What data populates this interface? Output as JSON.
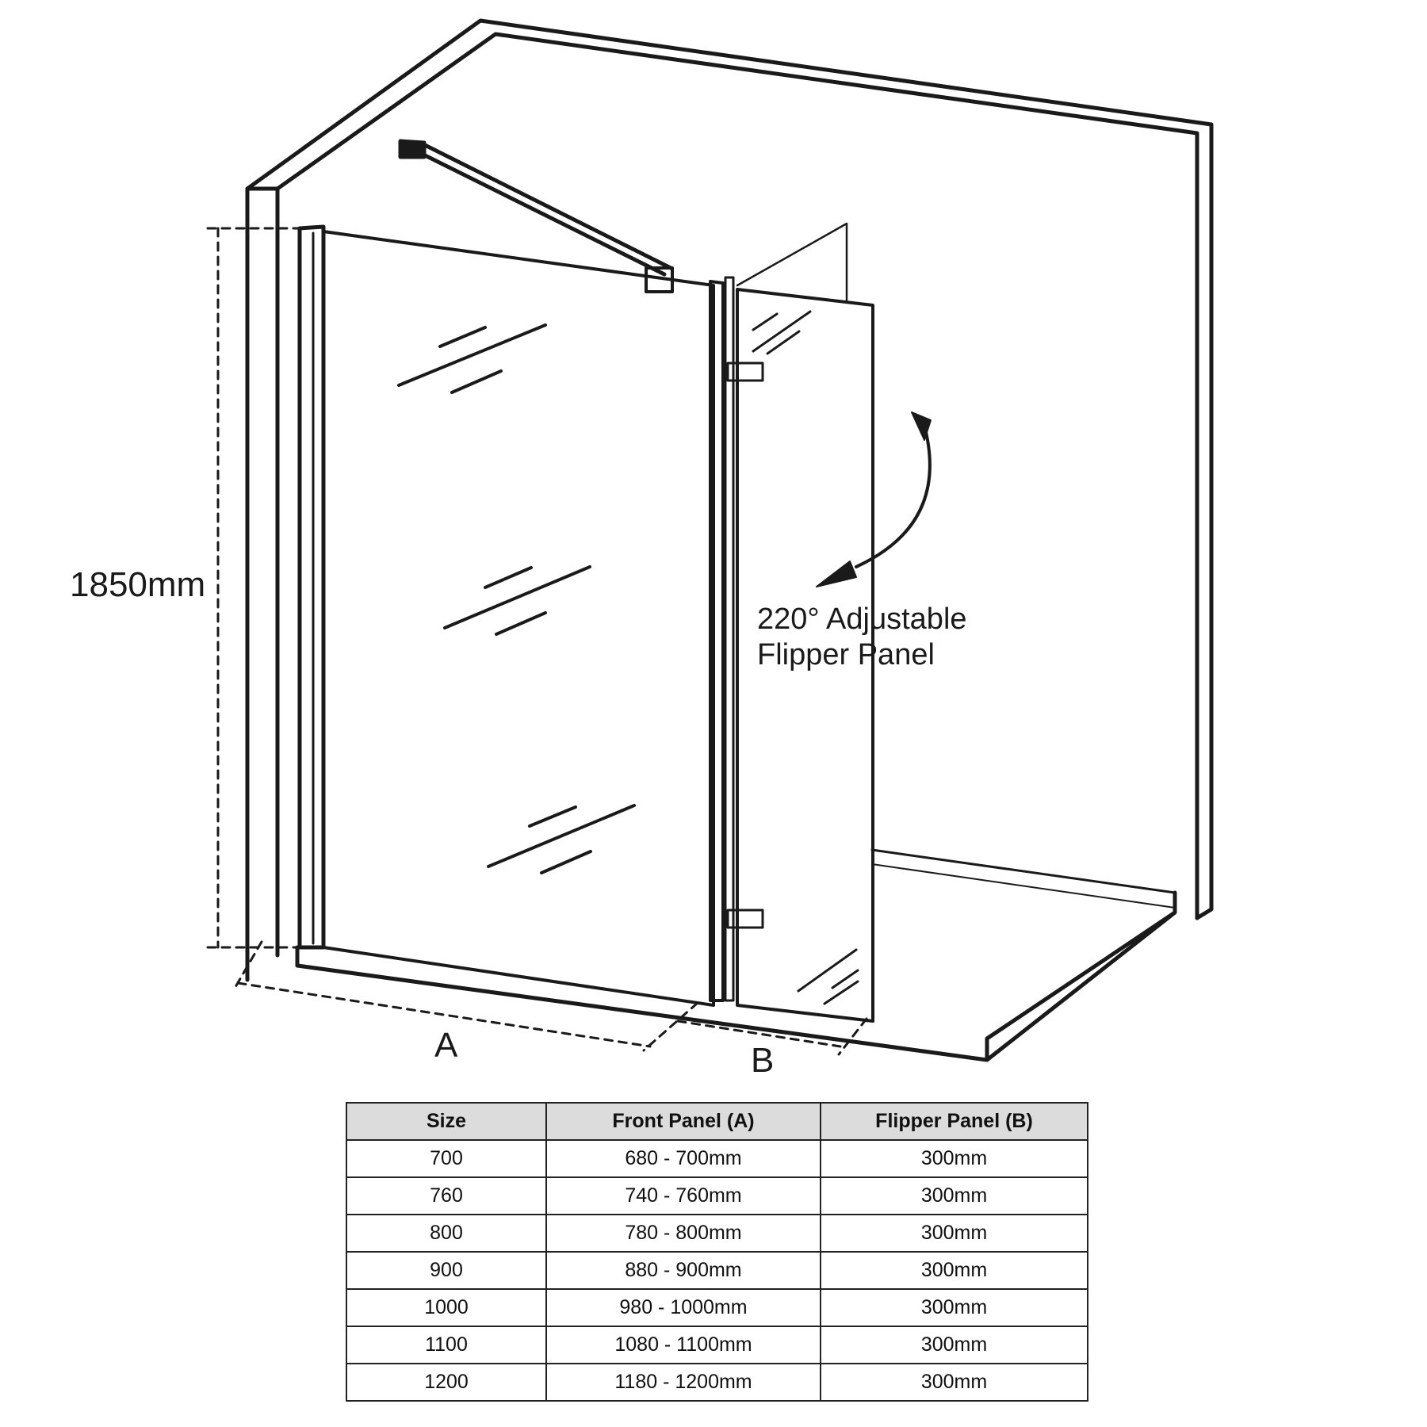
{
  "labels": {
    "height": "1850mm",
    "dim_a": "A",
    "dim_b": "B",
    "flipper_line1": "220° Adjustable",
    "flipper_line2": "Flipper Panel"
  },
  "table": {
    "headers": [
      "Size",
      "Front Panel (A)",
      "Flipper Panel (B)"
    ],
    "rows": [
      [
        "700",
        "680 - 700mm",
        "300mm"
      ],
      [
        "760",
        "740 - 760mm",
        "300mm"
      ],
      [
        "800",
        "780 - 800mm",
        "300mm"
      ],
      [
        "900",
        "880 - 900mm",
        "300mm"
      ],
      [
        "1000",
        "980 - 1000mm",
        "300mm"
      ],
      [
        "1100",
        "1080 - 1100mm",
        "300mm"
      ],
      [
        "1200",
        "1180 - 1200mm",
        "300mm"
      ]
    ]
  }
}
